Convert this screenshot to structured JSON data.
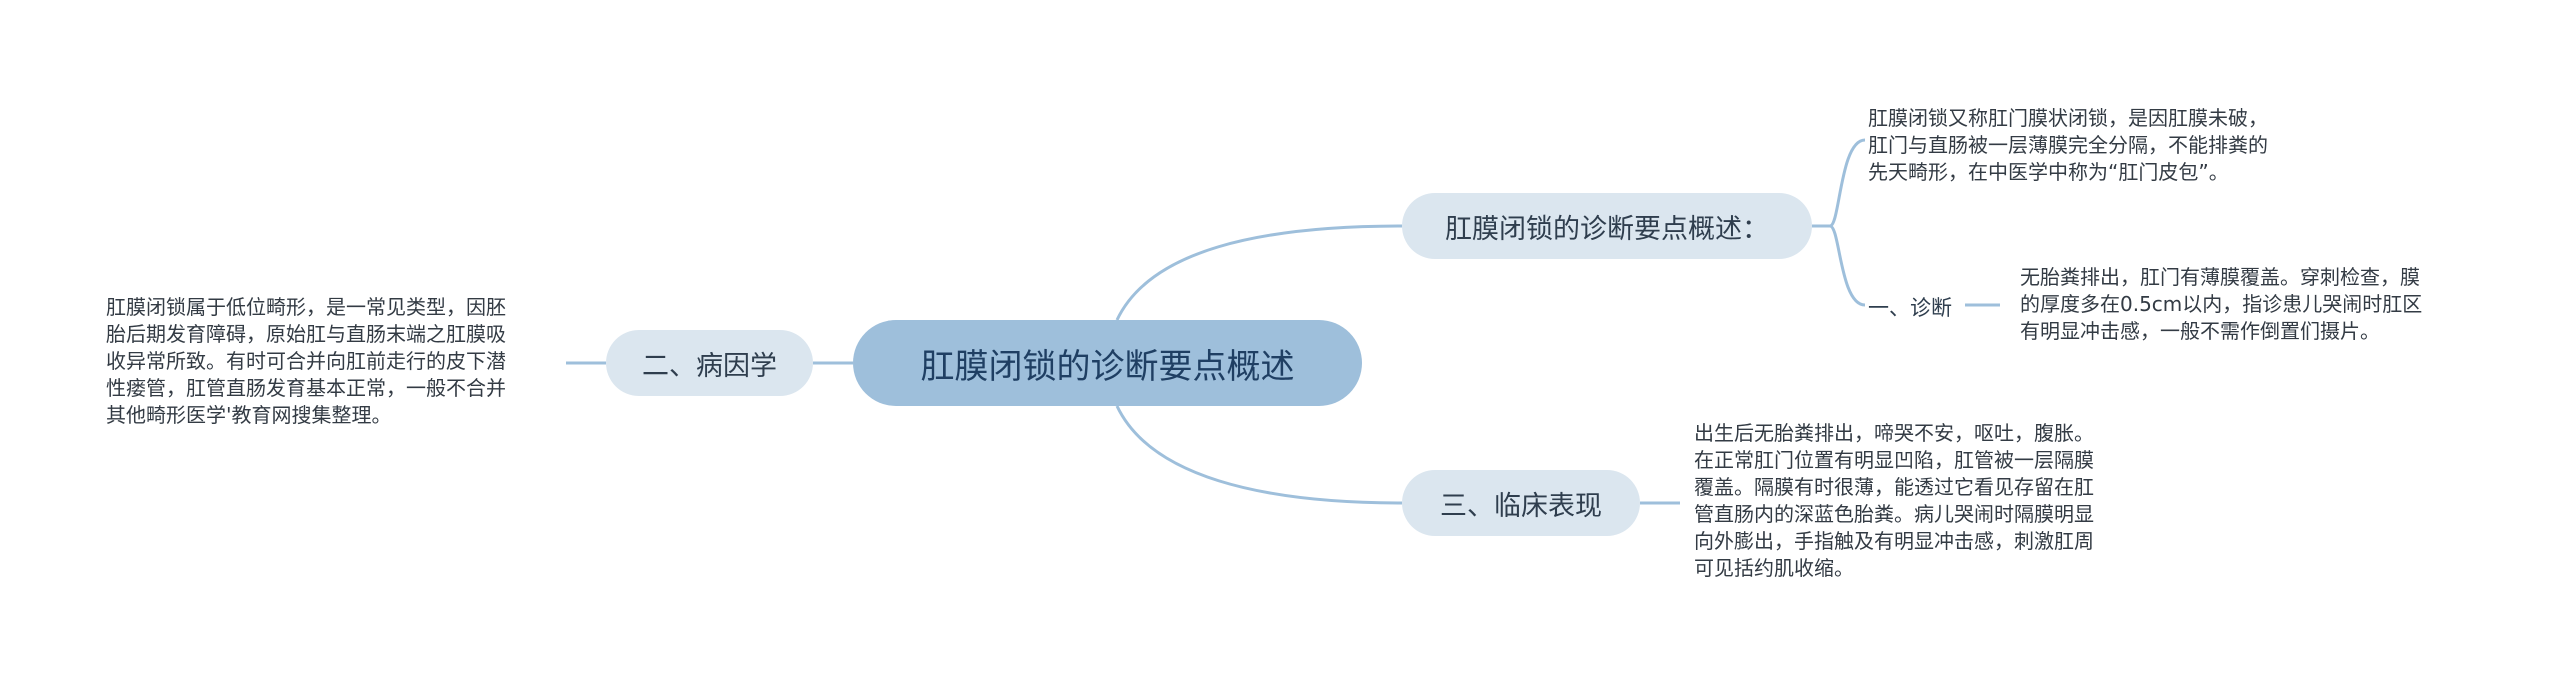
{
  "mindmap": {
    "root": "肛膜闭锁的诊断要点概述",
    "branch_diagnosis": {
      "label": "肛膜闭锁的诊断要点概述：",
      "definition": "肛膜闭锁又称肛门膜状闭锁，是因肛膜未破，\n肛门与直肠被一层薄膜完全分隔，不能排粪的\n先天畸形，在中医学中称为“肛门皮包”。",
      "sub_label": "一、诊断",
      "sub_text": "无胎粪排出，肛门有薄膜覆盖。穿刺检查，膜\n的厚度多在0.5cm以内，指诊患儿哭闹时肛区\n有明显冲击感，一般不需作倒置们摄片。"
    },
    "branch_etiology": {
      "label": "二、病因学",
      "text": "肛膜闭锁属于低位畸形，是一常见类型，因胚\n胎后期发育障碍，原始肛与直肠末端之肛膜吸\n收异常所致。有时可合并向肛前走行的皮下潜\n性瘘管，肛管直肠发育基本正常，一般不合并\n其他畸形医学'教育网搜集整理。"
    },
    "branch_clinical": {
      "label": "三、临床表现",
      "text": "出生后无胎粪排出，啼哭不安，呕吐，腹胀。\n在正常肛门位置有明显凹陷，肛管被一层隔膜\n覆盖。隔膜有时很薄，能透过它看见存留在肛\n管直肠内的深蓝色胎粪。病儿哭闹时隔膜明显\n向外膨出，手指触及有明显冲击感，刺激肛周\n可见括约肌收缩。"
    }
  },
  "colors": {
    "root_fill": "#9ebfdb",
    "branch_fill": "#dbe6ef",
    "link": "#9ebfdb"
  }
}
